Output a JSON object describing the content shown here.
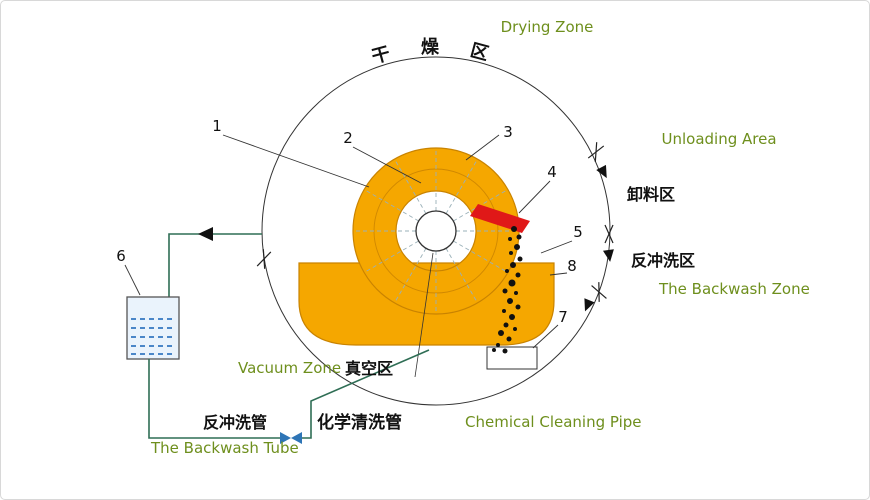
{
  "colors": {
    "orange": "#F5A700",
    "orange-edge": "#C98300",
    "red": "#E01818",
    "green-label": "#6E8F1D",
    "pipe": "#2F6E55",
    "liquid": "#EAF3FC",
    "liquid-dash": "#4A86C8",
    "pump": "#2E75B6"
  },
  "labels": {
    "drying_en": "Drying Zone",
    "drying_zh": "干 燥 区",
    "unloading_en": "Unloading Area",
    "unloading_zh": "卸料区",
    "backwash_zone_zh": "反冲洗区",
    "backwash_zone_en": "The Backwash Zone",
    "vacuum_en": "Vacuum Zone",
    "vacuum_zh": "真空区",
    "backwash_tube_zh": "反冲洗管",
    "backwash_tube_en": "The Backwash Tube",
    "chem_pipe_zh": "化学清洗管",
    "chem_pipe_en": "Chemical Cleaning Pipe"
  },
  "callouts": {
    "c1": "1",
    "c2": "2",
    "c3": "3",
    "c4": "4",
    "c5": "5",
    "c6": "6",
    "c7": "7",
    "c8": "8"
  }
}
